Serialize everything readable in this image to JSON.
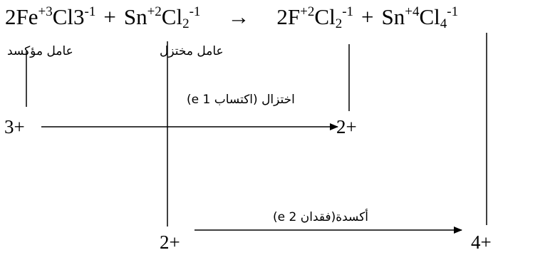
{
  "equation": {
    "left_term1": {
      "coef_el": "2Fe",
      "ox": "+3",
      "an": "Cl3",
      "an_ox": "-1"
    },
    "plus1": "+",
    "left_term2": {
      "el": "Sn",
      "ox": "+2",
      "an": "Cl",
      "an_sub": "2",
      "an_ox": "-1"
    },
    "arrow": "→",
    "right_term1": {
      "coef_el": "2F",
      "ox": "+2",
      "an": "Cl",
      "an_sub": "2",
      "an_ox": "-1"
    },
    "plus2": "+",
    "right_term2": {
      "el": "Sn",
      "ox": "+4",
      "an": "Cl",
      "an_sub": "4",
      "an_ox": "-1"
    }
  },
  "labels": {
    "oxidizing_agent": "عامل مؤكسد",
    "reducing_agent": "عامل مختزل",
    "reduction": "اختزال (اكتساب e 1)",
    "oxidation": "أكسدة(فقدان e 2)"
  },
  "charges": {
    "fe_start": "3+",
    "fe_end": "2+",
    "sn_start": "2+",
    "sn_end": "4+"
  }
}
